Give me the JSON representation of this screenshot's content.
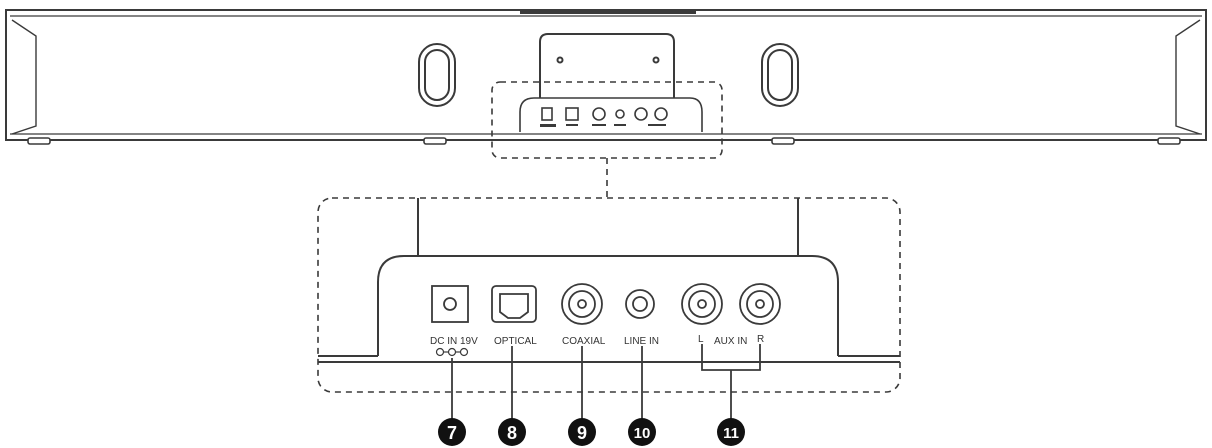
{
  "colors": {
    "stroke": "#3a3a3a",
    "fill": "#ffffff",
    "callout": "#111111",
    "callout_text": "#ffffff"
  },
  "ports": {
    "dc_in": {
      "label": "DC IN 19V"
    },
    "optical": {
      "label": "OPTICAL"
    },
    "coaxial": {
      "label": "COAXIAL"
    },
    "line_in": {
      "label": "LINE IN"
    },
    "aux_in": {
      "label": "AUX IN",
      "left": "L",
      "right": "R"
    }
  },
  "callouts": [
    "7",
    "8",
    "9",
    "10",
    "11"
  ]
}
